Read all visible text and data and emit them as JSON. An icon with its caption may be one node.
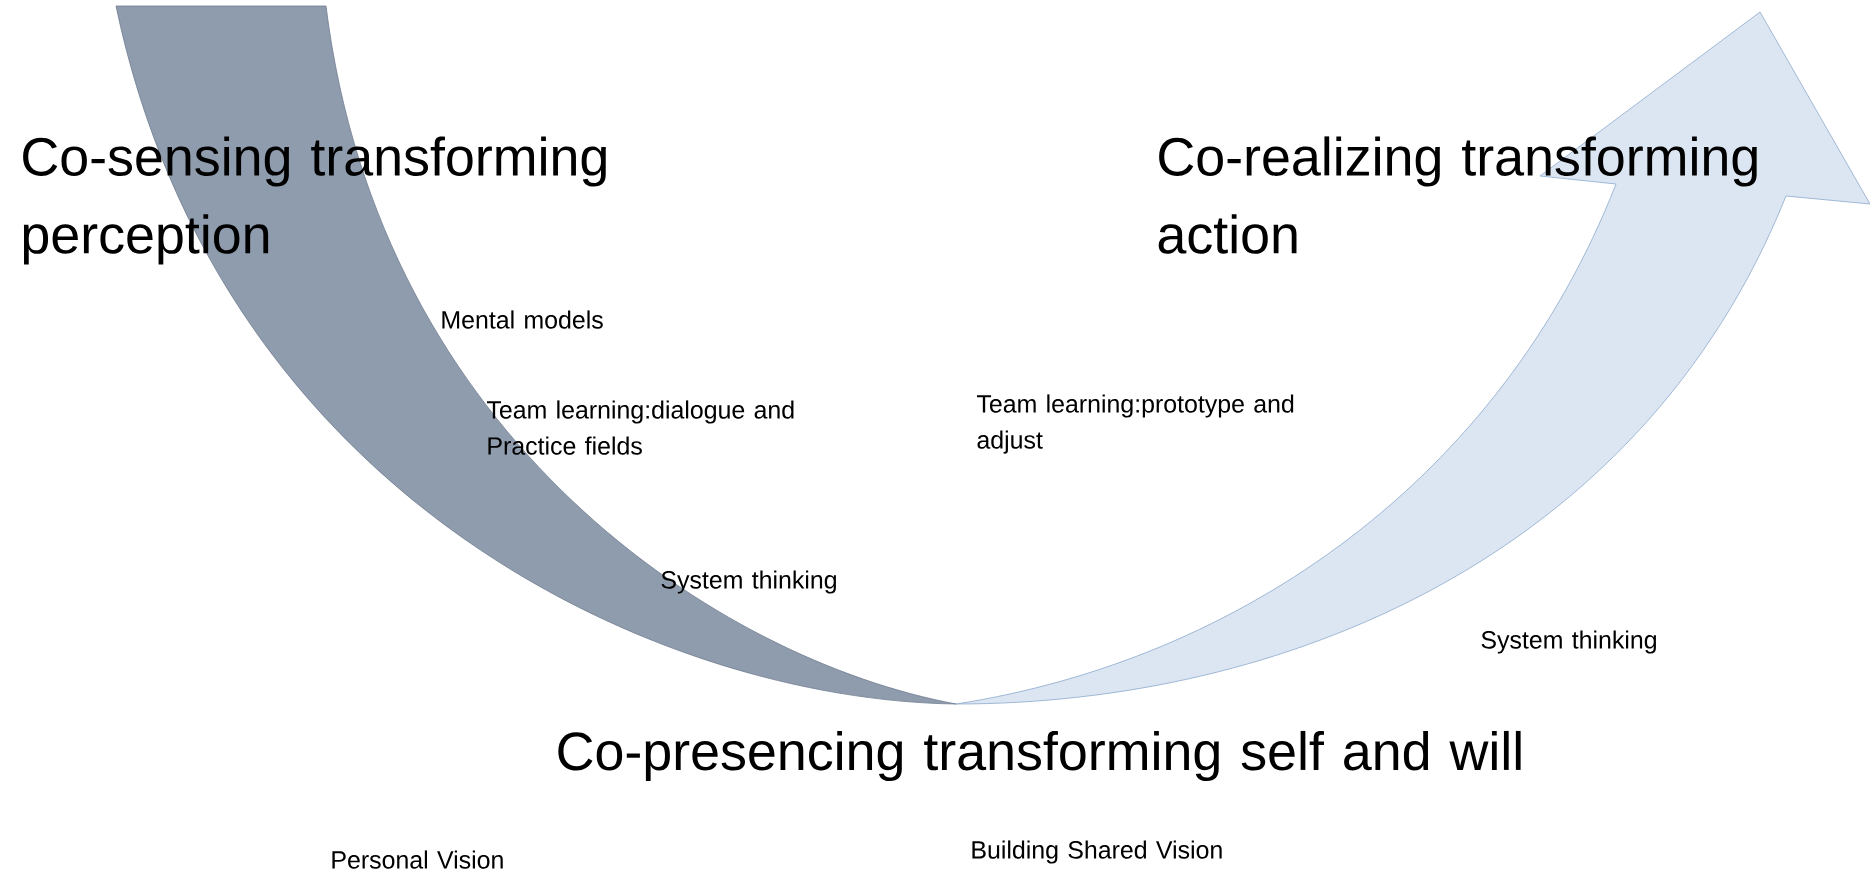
{
  "diagram": {
    "labels": [
      "Co-sensing transforming perception",
      "Co-realizing transforming action",
      "Mental models",
      "Team learning:dialogue and Practice fields",
      "Team learning:prototype and adjust",
      "System thinking",
      "System thinking",
      "Co-presencing transforming self and will",
      "Personal Vision",
      "Building Shared Vision"
    ]
  }
}
